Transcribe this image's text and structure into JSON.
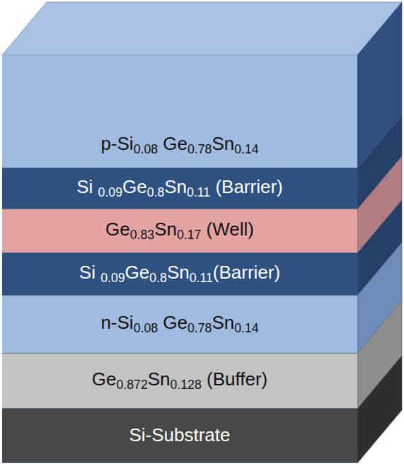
{
  "diagram": {
    "nodes": [
      {
        "text": [
          "p-Si0.08 Ge0.78Sn0.14"
        ]
      },
      {
        "text": [
          "Si 0.09Ge0.8Sn0.11 (Barrier)"
        ]
      },
      {
        "text": [
          "Ge0.83Sn0.17 (Well)"
        ]
      },
      {
        "text": [
          "Si 0.09Ge0.8Sn0.11(Barrier)"
        ]
      },
      {
        "text": [
          "n-Si0.08 Ge0.78Sn0.14"
        ]
      },
      {
        "text": [
          "Ge0.872Sn0.128 (Buffer)"
        ]
      },
      {
        "text": [
          "Si-Substrate"
        ]
      }
    ]
  }
}
